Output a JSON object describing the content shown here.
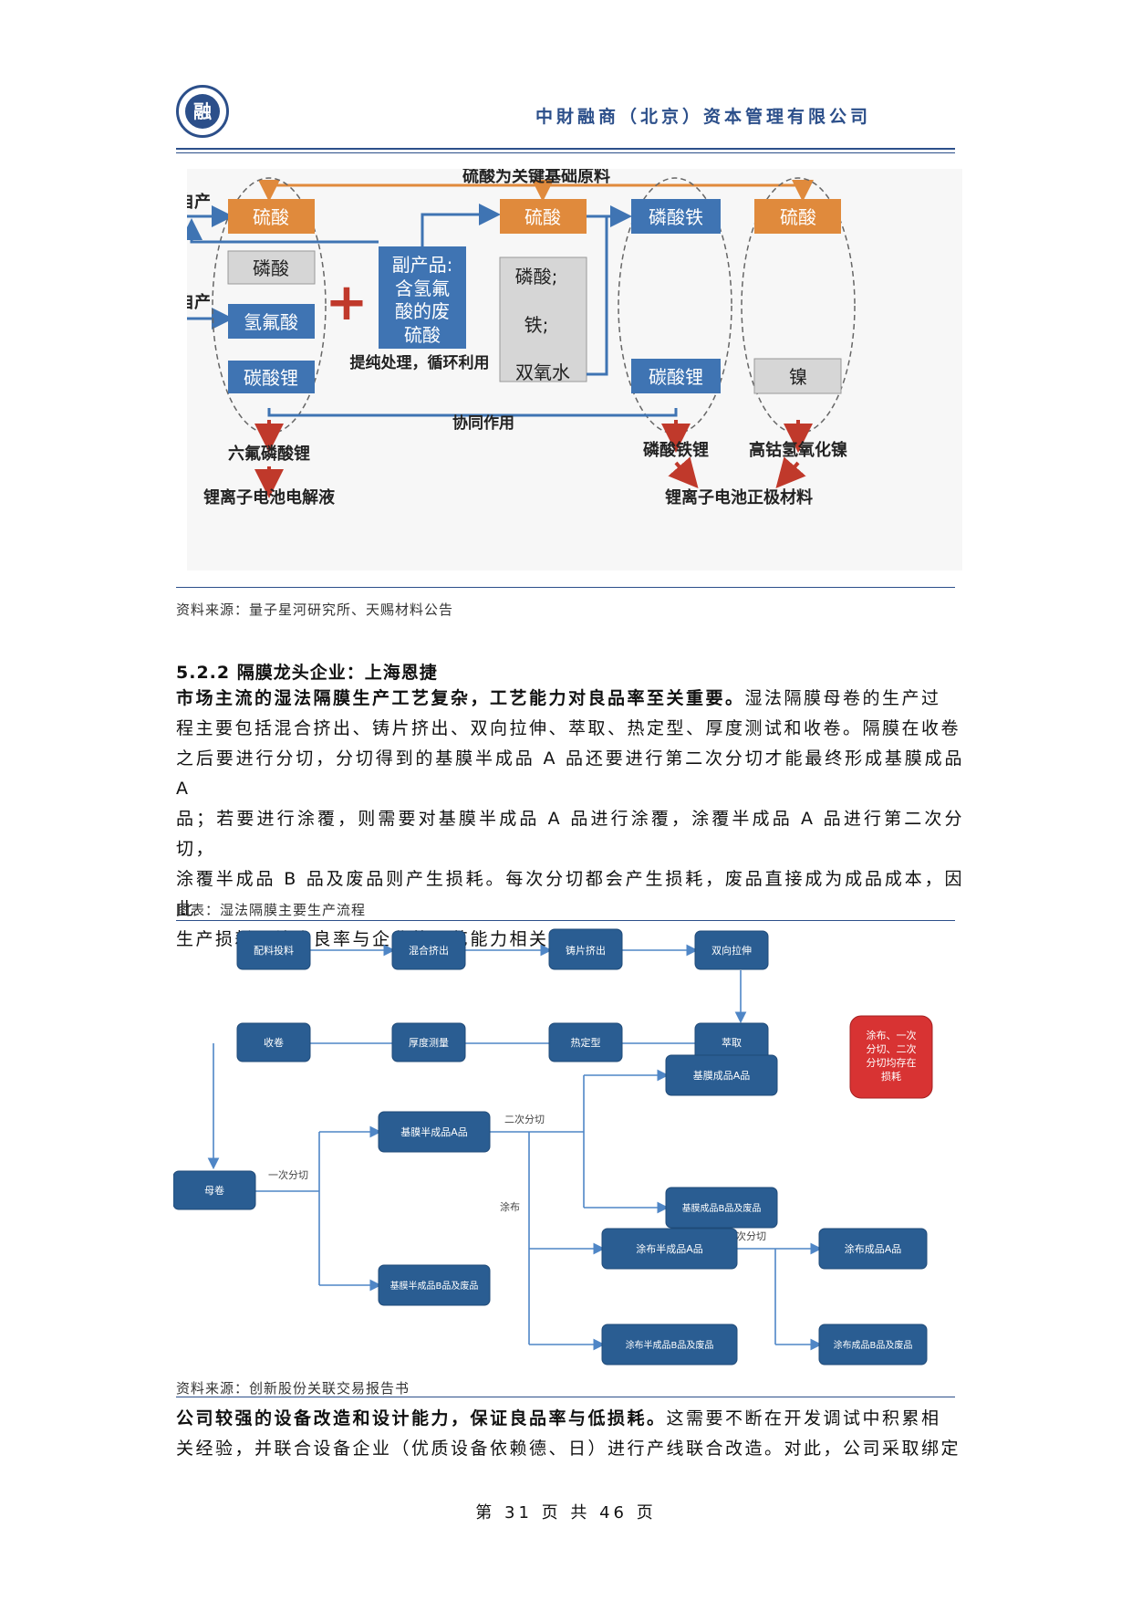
{
  "header": {
    "company": "中財融商（北京）资本管理有限公司",
    "logo_text": "融"
  },
  "fig1": {
    "top_label": "硫酸为关键基础原料",
    "self_produce_1": "自产",
    "self_produce_2": "自产",
    "box_sulfuric_1": "硫酸",
    "box_phosphoric": "磷酸",
    "box_hf": "氢氟酸",
    "box_li2co3_1": "碳酸锂",
    "plus": "+",
    "byproduct_lines": [
      "副产品:",
      "含氢氟",
      "酸的废",
      "硫酸"
    ],
    "purify_label": "提纯处理，循环利用",
    "box_sulfuric_2": "硫酸",
    "gray_lines": [
      "磷酸;",
      "铁;",
      "双氧水"
    ],
    "box_lfp": "磷酸铁",
    "box_li2co3_2": "碳酸锂",
    "box_sulfuric_3": "硫酸",
    "box_nickel": "镍",
    "synergy_label": "协同作用",
    "out_lipf6": "六氟磷酸锂",
    "out_electrolyte": "锂离子电池电解液",
    "out_lifepo4": "磷酸铁锂",
    "out_ncm": "高钴氢氧化镍",
    "out_cathode": "锂离子电池正极材料"
  },
  "source1": "资料来源：量子星河研究所、天赐材料公告",
  "section_title": "5.2.2 隔膜龙头企业：上海恩捷",
  "para1": {
    "bold": "市场主流的湿法隔膜生产工艺复杂，工艺能力对良品率至关重要。",
    "lines": [
      "湿法隔膜母卷的生产过",
      "程主要包括混合挤出、铸片挤出、双向拉伸、萃取、热定型、厚度测试和收卷。隔膜在收卷",
      "之后要进行分切，分切得到的基膜半成品 A 品还要进行第二次分切才能最终形成基膜成品 A",
      "品；若要进行涂覆，则需要对基膜半成品 A 品进行涂覆，涂覆半成品 A 品进行第二次分切，",
      "涂覆半成品 B 品及废品则产生损耗。每次分切都会产生损耗，废品直接成为成品成本，因此",
      "生产损耗及综合良率与企业的工艺能力相关。"
    ]
  },
  "fig2": {
    "caption": "图表：湿法隔膜主要生产流程",
    "b1": "配料投料",
    "b2": "混合挤出",
    "b3": "铸片挤出",
    "b4": "双向拉伸",
    "b5": "萃取",
    "b6": "热定型",
    "b7": "厚度测量",
    "b8": "收卷",
    "b9": "母卷",
    "b10": "基膜半成品A品",
    "b11": "基膜半成品B品及废品",
    "b12": "基膜成品A品",
    "b13": "基膜成品B品及废品",
    "b14": "涂布半成品A品",
    "b15": "涂布半成品B品及废品",
    "b16": "涂布成品A品",
    "b17": "涂布成品B品及废品",
    "lbl_first_cut": "一次分切",
    "lbl_second_cut_1": "二次分切",
    "lbl_coat": "涂布",
    "lbl_second_cut_2": "二次分切",
    "red_note": [
      "涂布、一次",
      "分切、二次",
      "分切均存在",
      "损耗"
    ]
  },
  "source2": "资料来源：创新股份关联交易报告书",
  "para2": {
    "bold": "公司较强的设备改造和设计能力，保证良品率与低损耗。",
    "line1_rest": "这需要不断在开发调试中积累相",
    "line2": "关经验，并联合设备企业（优质设备依赖德、日）进行产线联合改造。对此，公司采取绑定"
  },
  "footer": "第 31 页 共 46 页",
  "colors": {
    "brand": "#2c4f8a",
    "orange": "#e08a3c",
    "blue_box": "#3f74b3",
    "dark_blue": "#2a5d92",
    "red": "#d83333"
  }
}
